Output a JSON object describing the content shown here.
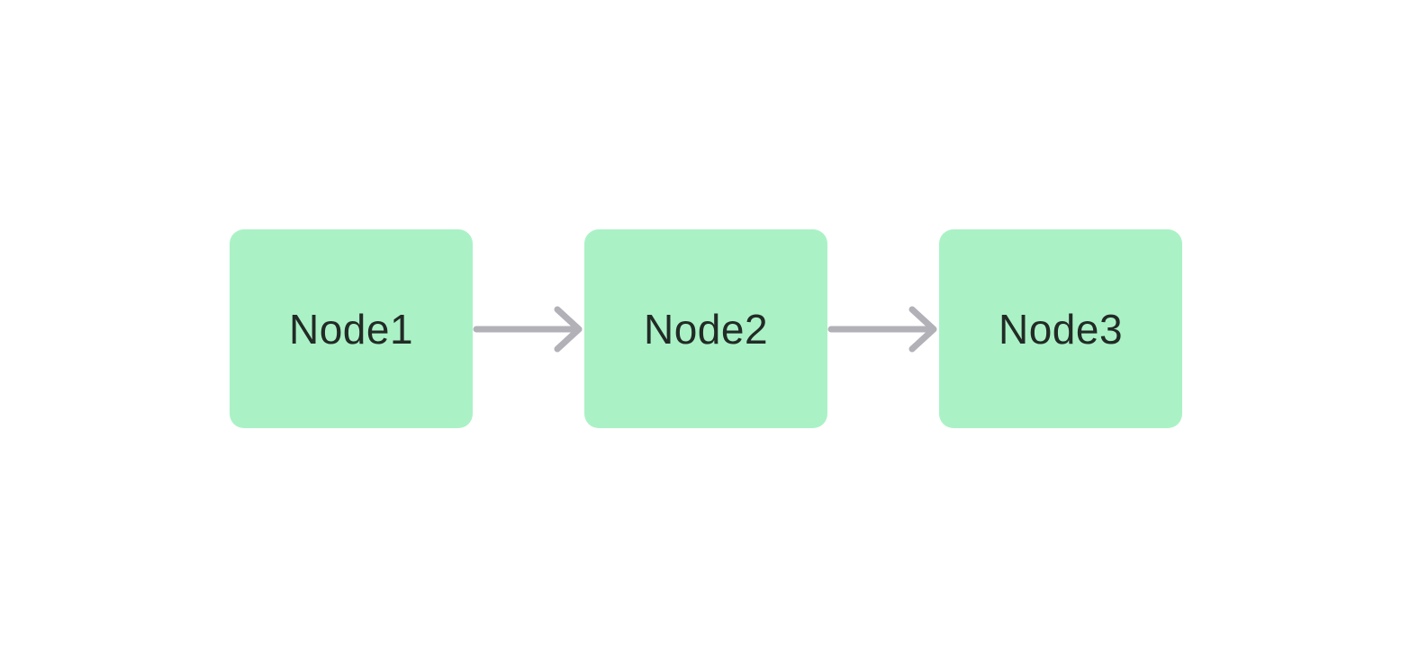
{
  "diagram": {
    "type": "flowchart",
    "direction": "left-to-right",
    "colors": {
      "background": "#ffffff",
      "node_fill": "#aaf2c6",
      "node_text": "#222b26",
      "arrow": "#b1b1b7"
    },
    "nodes": [
      {
        "id": "node1",
        "label": "Node1"
      },
      {
        "id": "node2",
        "label": "Node2"
      },
      {
        "id": "node3",
        "label": "Node3"
      }
    ],
    "edges": [
      {
        "from": "node1",
        "to": "node2",
        "direction": "right"
      },
      {
        "from": "node2",
        "to": "node3",
        "direction": "right"
      }
    ]
  }
}
